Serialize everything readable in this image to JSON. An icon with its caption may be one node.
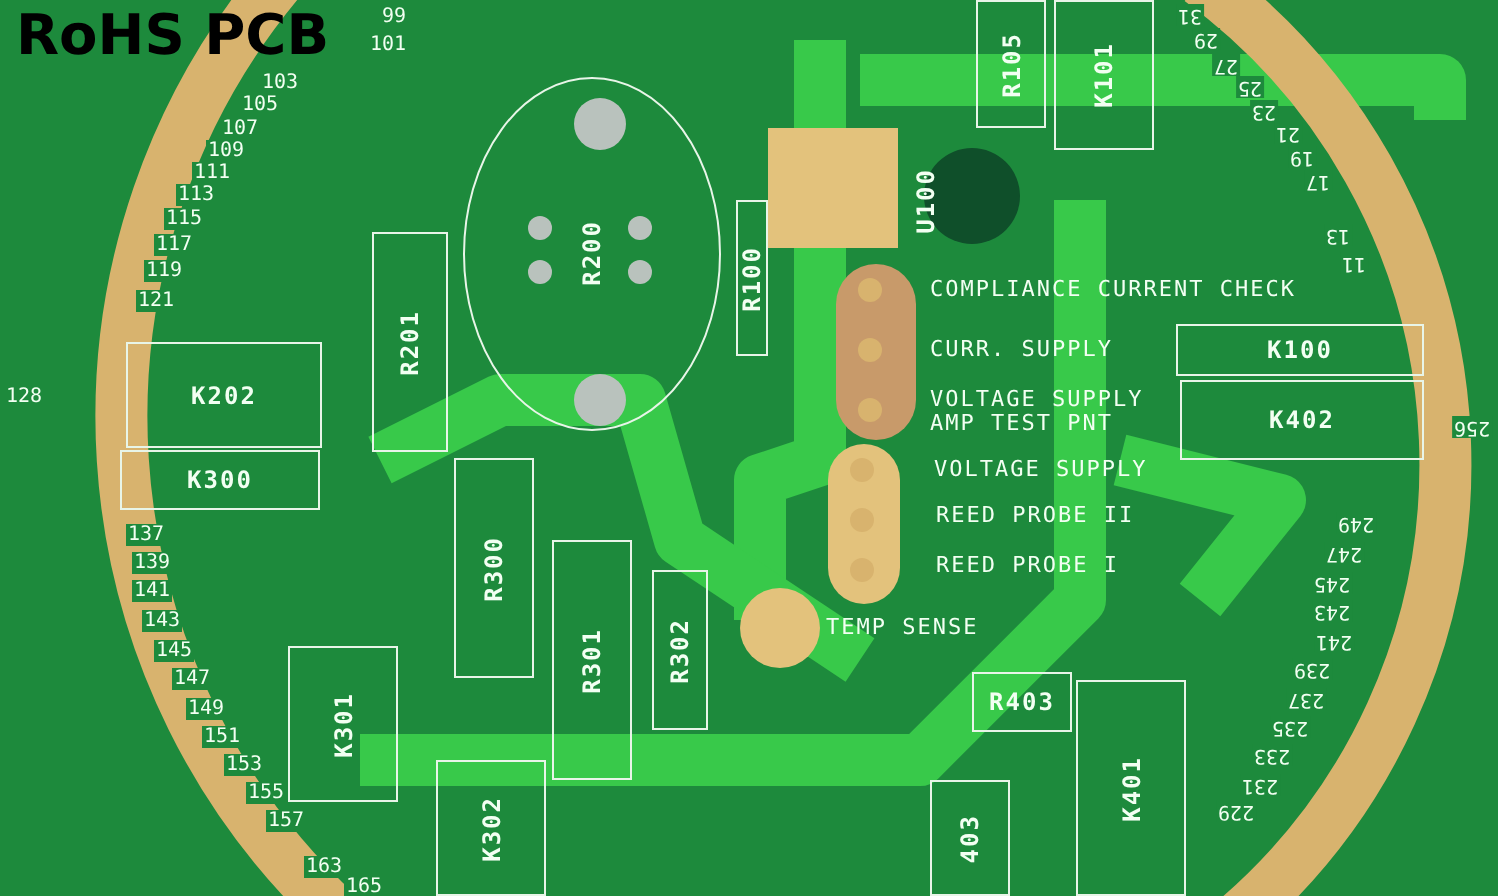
{
  "diagram": {
    "title": "RoHS PCB",
    "nodes": [
      {
        "text": [
          "K202"
        ]
      },
      {
        "text": [
          "K300"
        ]
      },
      {
        "text": [
          "R201"
        ]
      },
      {
        "text": [
          "R200"
        ]
      },
      {
        "text": [
          "R100"
        ]
      },
      {
        "text": [
          "R105"
        ]
      },
      {
        "text": [
          "K101"
        ]
      },
      {
        "text": [
          "U100"
        ]
      },
      {
        "text": [
          "K100"
        ]
      },
      {
        "text": [
          "K402"
        ]
      },
      {
        "text": [
          "R300"
        ]
      },
      {
        "text": [
          "R301"
        ]
      },
      {
        "text": [
          "R302"
        ]
      },
      {
        "text": [
          "K301"
        ]
      },
      {
        "text": [
          "K302"
        ]
      },
      {
        "text": [
          "R403"
        ]
      },
      {
        "text": [
          "K401"
        ]
      },
      {
        "text": [
          "403"
        ]
      }
    ],
    "labels": [
      "COMPLIANCE CURRENT CHECK",
      "CURR. SUPPLY",
      "VOLTAGE SUPPLY AMP TEST PNT",
      "VOLTAGE SUPPLY",
      "REED PROBE II",
      "REED PROBE I",
      "TEMP SENSE",
      "99",
      "101",
      "103",
      "105",
      "107",
      "109",
      "111",
      "113",
      "115",
      "117",
      "119",
      "121",
      "128",
      "137",
      "139",
      "141",
      "143",
      "145",
      "147",
      "149",
      "151",
      "153",
      "155",
      "157",
      "163",
      "165",
      "31",
      "29",
      "27",
      "25",
      "23",
      "21",
      "19",
      "17",
      "13",
      "11",
      "249",
      "247",
      "245",
      "243",
      "241",
      "239",
      "237",
      "235",
      "233",
      "231",
      "229",
      "256"
    ]
  }
}
